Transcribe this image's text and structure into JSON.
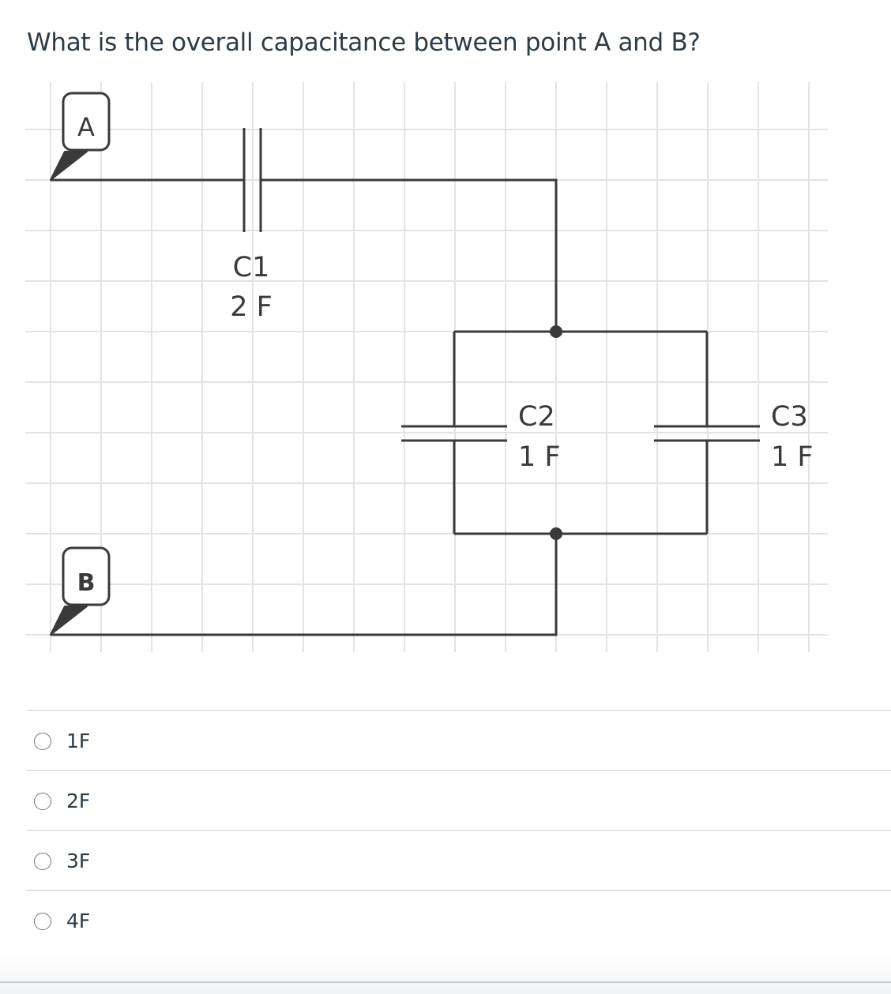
{
  "question": {
    "text": "What is the overall capacitance between point A and B?"
  },
  "circuit": {
    "nodes": [
      {
        "label": "A"
      },
      {
        "label": "B"
      }
    ],
    "capacitors": [
      {
        "name": "C1",
        "value": "2 F"
      },
      {
        "name": "C2",
        "value": "1 F"
      },
      {
        "name": "C3",
        "value": "1 F"
      }
    ]
  },
  "answers": [
    {
      "label": "1F"
    },
    {
      "label": "2F"
    },
    {
      "label": "3F"
    },
    {
      "label": "4F"
    }
  ],
  "colors": {
    "wire": "#3a3a3a",
    "grid": "#e3e3e3",
    "text": "#2d3b45",
    "divider": "#c7cdd1"
  }
}
